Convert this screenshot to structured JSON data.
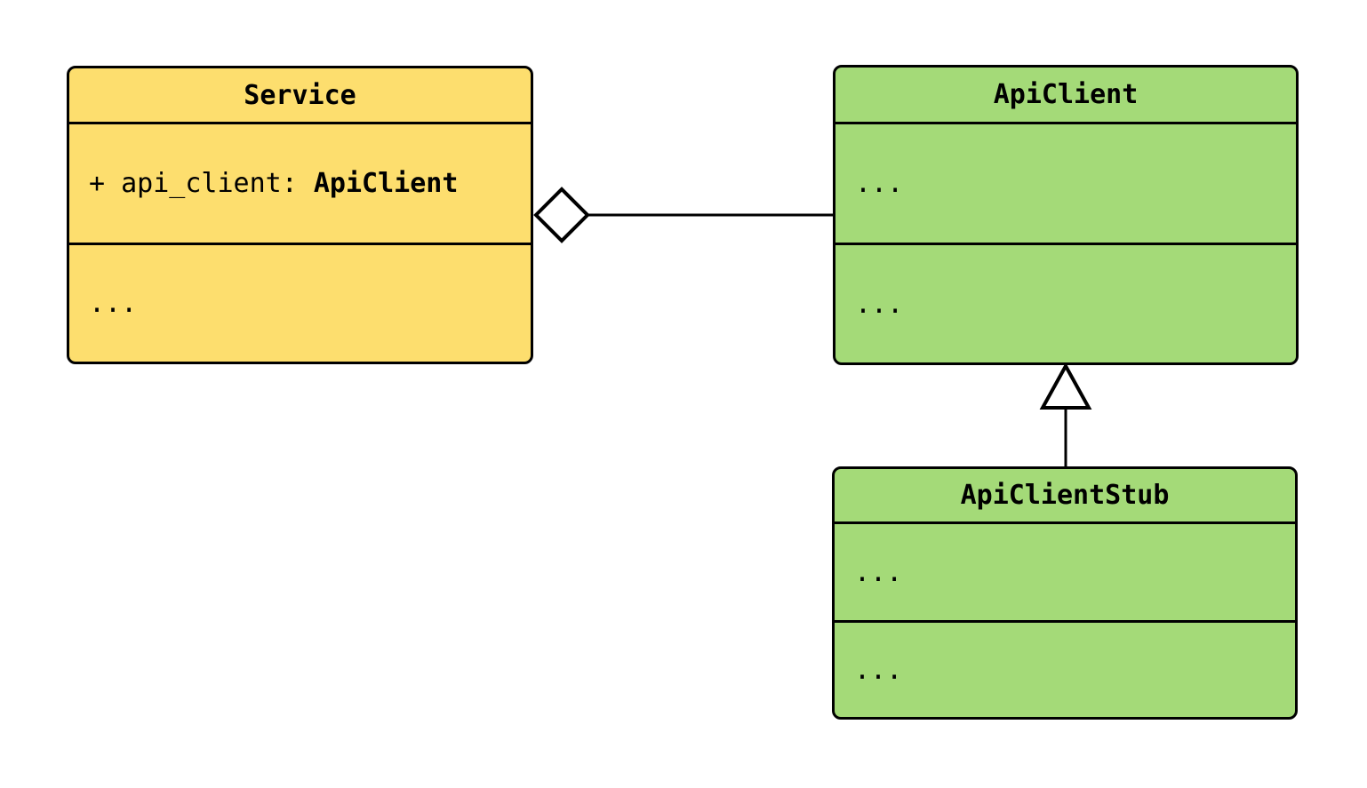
{
  "diagram": {
    "type": "uml-class-diagram",
    "background": "#ffffff",
    "colors": {
      "class_fill_yellow": "#fdde6e",
      "class_fill_green": "#a4da78",
      "stroke": "#000000",
      "relation_marker_fill": "#ffffff"
    },
    "classes": [
      {
        "name": "Service",
        "fill": "#fdde6e",
        "attribute_prefix": "+ api_client: ",
        "attribute_type": "ApiClient",
        "methods_placeholder": "..."
      },
      {
        "name": "ApiClient",
        "fill": "#a4da78",
        "attributes_placeholder": "...",
        "methods_placeholder": "..."
      },
      {
        "name": "ApiClientStub",
        "fill": "#a4da78",
        "attributes_placeholder": "...",
        "methods_placeholder": "..."
      }
    ],
    "relations": [
      {
        "type": "aggregation",
        "from": "Service",
        "to": "ApiClient",
        "marker": "hollow-diamond"
      },
      {
        "type": "inheritance",
        "from": "ApiClientStub",
        "to": "ApiClient",
        "marker": "hollow-triangle"
      }
    ]
  }
}
